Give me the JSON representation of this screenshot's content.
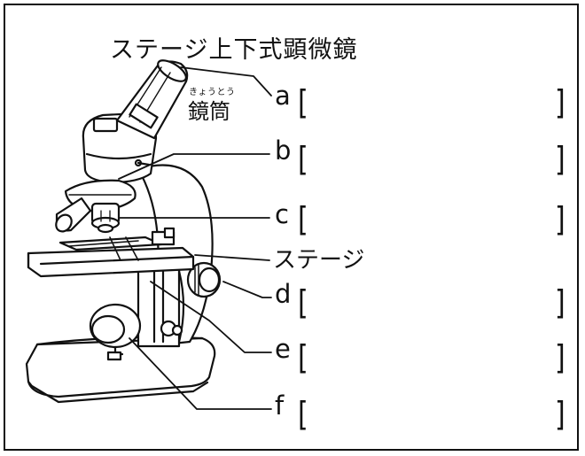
{
  "title": "ステージ上下式顕微鏡",
  "eyepiece": {
    "kanji": "鏡筒",
    "ruby": "きょうとう"
  },
  "stage_label": "ステージ",
  "labels": [
    "a",
    "b",
    "c",
    "d",
    "e",
    "f"
  ],
  "answers": [
    "",
    "",
    "",
    "",
    "",
    ""
  ],
  "brackets": {
    "open": "[",
    "close": "]"
  }
}
